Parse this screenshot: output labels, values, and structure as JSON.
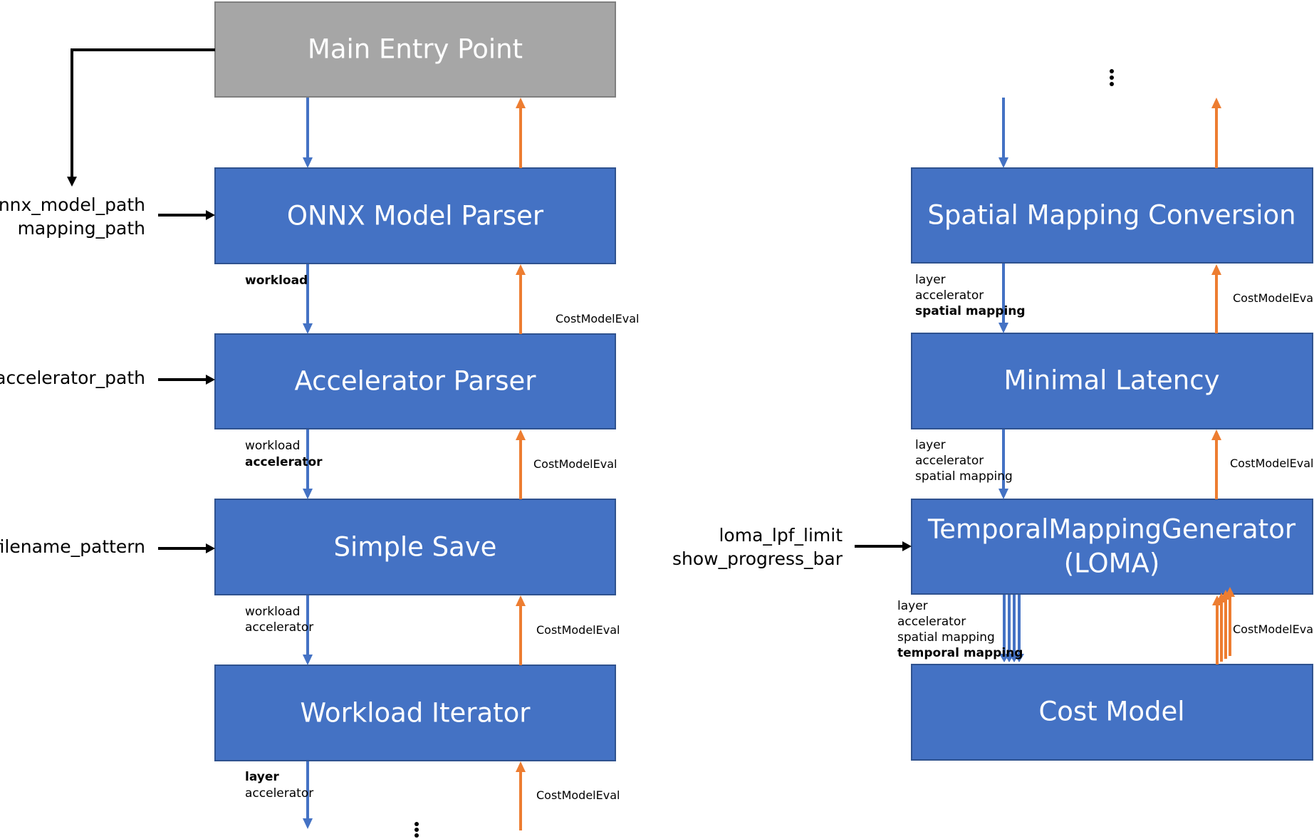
{
  "colors": {
    "box_fill": "#4472C4",
    "box_stroke": "#2F528F",
    "entry_fill": "#A6A6A6",
    "entry_stroke": "#7F7F7F",
    "down_arrow": "#4472C4",
    "up_arrow": "#ED7D31",
    "input_arrow": "#000000"
  },
  "left_column": {
    "entry": "Main Entry Point",
    "boxes": [
      "ONNX Model Parser",
      "Accelerator Parser",
      "Simple Save",
      "Workload Iterator"
    ],
    "inputs": [
      [
        "onnx_model_path",
        "mapping_path"
      ],
      [
        "accelerator_path"
      ],
      [
        "filename_pattern"
      ]
    ],
    "down_labels": [
      [
        {
          "text": "workload",
          "bold": true
        }
      ],
      [
        {
          "text": "workload",
          "bold": false
        },
        {
          "text": "accelerator",
          "bold": true
        }
      ],
      [
        {
          "text": "workload",
          "bold": false
        },
        {
          "text": "accelerator",
          "bold": false
        }
      ],
      [
        {
          "text": "layer",
          "bold": true
        },
        {
          "text": "accelerator",
          "bold": false
        }
      ]
    ],
    "up_labels": [
      "CostModelEval",
      "CostModelEval",
      "CostModelEval",
      "CostModelEval"
    ],
    "continuation": "⋮"
  },
  "right_column": {
    "continuation": "⋮",
    "boxes": [
      [
        "Spatial Mapping Conversion"
      ],
      [
        "Minimal Latency"
      ],
      [
        "TemporalMappingGenerator",
        "(LOMA)"
      ],
      [
        "Cost Model"
      ]
    ],
    "inputs": [
      [
        "loma_lpf_limit",
        "show_progress_bar"
      ]
    ],
    "down_labels": [
      [
        {
          "text": "layer",
          "bold": false
        },
        {
          "text": "accelerator",
          "bold": false
        },
        {
          "text": "spatial mapping",
          "bold": true
        }
      ],
      [
        {
          "text": "layer",
          "bold": false
        },
        {
          "text": "accelerator",
          "bold": false
        },
        {
          "text": "spatial mapping",
          "bold": false
        }
      ],
      [
        {
          "text": "layer",
          "bold": false
        },
        {
          "text": "accelerator",
          "bold": false
        },
        {
          "text": "spatial mapping",
          "bold": false
        },
        {
          "text": "temporal mapping",
          "bold": true
        }
      ]
    ],
    "up_labels": [
      "CostModelEval",
      "CostModelEval",
      "CostModelEval"
    ]
  }
}
